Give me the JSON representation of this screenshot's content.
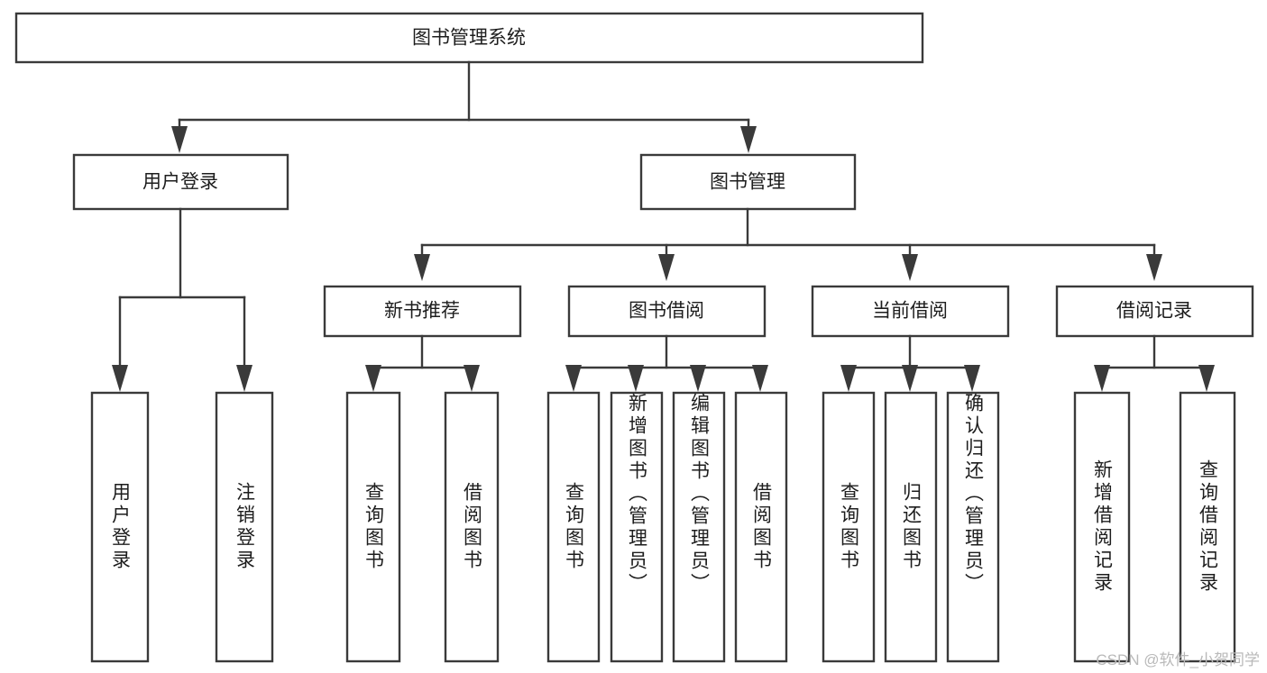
{
  "diagram": {
    "type": "tree-hierarchy",
    "title": "图书管理系统",
    "watermark": "CSDN @软件_小贺同学",
    "colors": {
      "background": "#ffffff",
      "stroke": "#3a3a3a",
      "box_fill": "#ffffff",
      "text": "#1d1d1d",
      "watermark": "#b9b9b9"
    },
    "root": {
      "label": "图书管理系统"
    },
    "level2": [
      {
        "id": "user-login",
        "label": "用户登录"
      },
      {
        "id": "book-manage",
        "label": "图书管理"
      }
    ],
    "level3": [
      {
        "id": "new-book-recommend",
        "label": "新书推荐",
        "parent": "book-manage"
      },
      {
        "id": "book-borrow",
        "label": "图书借阅",
        "parent": "book-manage"
      },
      {
        "id": "current-borrow",
        "label": "当前借阅",
        "parent": "book-manage"
      },
      {
        "id": "borrow-record",
        "label": "借阅记录",
        "parent": "book-manage"
      }
    ],
    "leaves": {
      "user-login": [
        {
          "id": "leaf-user-login",
          "label": "用户登录"
        },
        {
          "id": "leaf-user-logout",
          "label": "注销登录"
        }
      ],
      "new-book-recommend": [
        {
          "id": "leaf-query-book-1",
          "label": "查询图书"
        },
        {
          "id": "leaf-borrow-book-1",
          "label": "借阅图书"
        }
      ],
      "book-borrow": [
        {
          "id": "leaf-query-book-2",
          "label": "查询图书"
        },
        {
          "id": "leaf-add-book",
          "label": "新增图书（管理员）"
        },
        {
          "id": "leaf-edit-book",
          "label": "编辑图书（管理员）"
        },
        {
          "id": "leaf-borrow-book-2",
          "label": "借阅图书"
        }
      ],
      "current-borrow": [
        {
          "id": "leaf-query-book-3",
          "label": "查询图书"
        },
        {
          "id": "leaf-return-book",
          "label": "归还图书"
        },
        {
          "id": "leaf-confirm-return",
          "label": "确认归还（管理员）"
        }
      ],
      "borrow-record": [
        {
          "id": "leaf-add-record",
          "label": "新增借阅记录"
        },
        {
          "id": "leaf-query-record",
          "label": "查询借阅记录"
        }
      ]
    }
  }
}
